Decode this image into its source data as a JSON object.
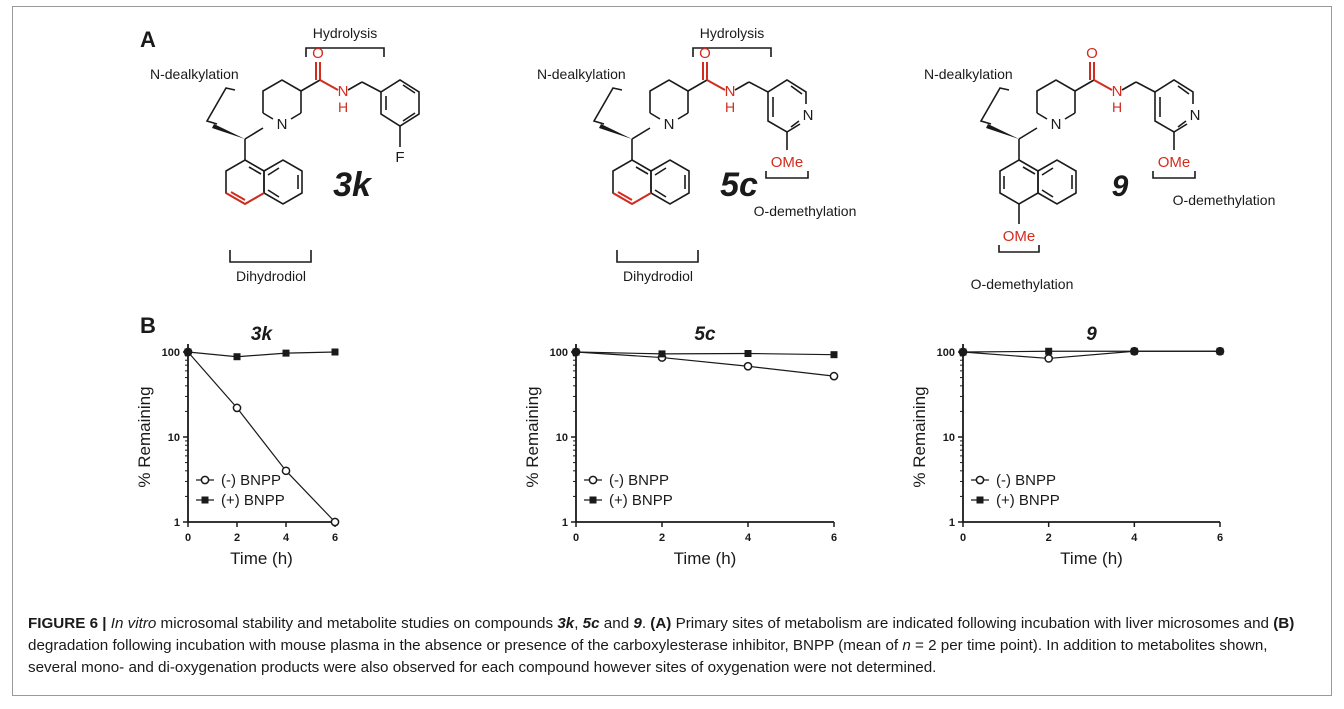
{
  "panels": {
    "a_label": "A",
    "b_label": "B"
  },
  "structures": [
    {
      "id": "3k",
      "name": "3k",
      "labels": {
        "n_dealkylation": "N-dealkylation",
        "hydrolysis": "Hydrolysis",
        "dihydrodiol": "Dihydrodiol",
        "o": "O",
        "h": "H",
        "n_amide": "N",
        "n_pip": "N",
        "substituent": "F"
      }
    },
    {
      "id": "5c",
      "name": "5c",
      "labels": {
        "n_dealkylation": "N-dealkylation",
        "hydrolysis": "Hydrolysis",
        "dihydrodiol": "Dihydrodiol",
        "o": "O",
        "h": "H",
        "n_amide": "N",
        "n_pip": "N",
        "n_pyr": "N",
        "ome": "OMe",
        "o_demethylation": "O-demethylation"
      }
    },
    {
      "id": "9",
      "name": "9",
      "labels": {
        "n_dealkylation": "N-dealkylation",
        "o": "O",
        "h": "H",
        "n_amide": "N",
        "n_pip": "N",
        "n_pyr": "N",
        "ome": "OMe",
        "o_demethylation": "O-demethylation",
        "ome_naph": "OMe",
        "o_demethylation_naph": "O-demethylation"
      }
    }
  ],
  "chart_data": [
    {
      "type": "line",
      "title": "3k",
      "xlabel": "Time (h)",
      "ylabel": "% Remaining",
      "xlim": [
        0,
        6
      ],
      "ylim": [
        1,
        100
      ],
      "yscale": "log",
      "xticks": [
        "0",
        "2",
        "4",
        "6"
      ],
      "yticks": [
        "1",
        "10",
        "100"
      ],
      "legend_position": "bottom-left",
      "series": [
        {
          "name": "(-) BNPP",
          "marker": "open-circle",
          "x": [
            0,
            2,
            4,
            6
          ],
          "y": [
            100,
            22,
            4,
            1
          ]
        },
        {
          "name": "(+) BNPP",
          "marker": "filled-square",
          "x": [
            0,
            2,
            4,
            6
          ],
          "y": [
            100,
            88,
            97,
            100
          ]
        }
      ]
    },
    {
      "type": "line",
      "title": "5c",
      "xlabel": "Time (h)",
      "ylabel": "% Remaining",
      "xlim": [
        0,
        6
      ],
      "ylim": [
        1,
        100
      ],
      "yscale": "log",
      "xticks": [
        "0",
        "2",
        "4",
        "6"
      ],
      "yticks": [
        "1",
        "10",
        "100"
      ],
      "legend_position": "bottom-left",
      "series": [
        {
          "name": "(-) BNPP",
          "marker": "open-circle",
          "x": [
            0,
            2,
            4,
            6
          ],
          "y": [
            100,
            86,
            68,
            52
          ]
        },
        {
          "name": "(+) BNPP",
          "marker": "filled-square",
          "x": [
            0,
            2,
            4,
            6
          ],
          "y": [
            100,
            95,
            96,
            93
          ]
        }
      ]
    },
    {
      "type": "line",
      "title": "9",
      "xlabel": "Time (h)",
      "ylabel": "% Remaining",
      "xlim": [
        0,
        6
      ],
      "ylim": [
        1,
        100
      ],
      "yscale": "log",
      "xticks": [
        "0",
        "2",
        "4",
        "6"
      ],
      "yticks": [
        "1",
        "10",
        "100"
      ],
      "legend_position": "bottom-left",
      "series": [
        {
          "name": "(-) BNPP",
          "marker": "open-circle",
          "x": [
            0,
            2,
            4,
            6
          ],
          "y": [
            100,
            84,
            103,
            105
          ]
        },
        {
          "name": "(+) BNPP",
          "marker": "filled-square",
          "x": [
            0,
            2,
            4,
            6
          ],
          "y": [
            100,
            110,
            103,
            105
          ]
        }
      ]
    }
  ],
  "caption": {
    "label": "FIGURE 6 |",
    "in_vitro": "In vitro",
    "text1": " microsomal stability and metabolite studies on compounds ",
    "c1": "3k",
    "sep1": ", ",
    "c2": "5c",
    "sep2": " and ",
    "c3": "9",
    "text2": ". ",
    "a": "(A)",
    "text3": " Primary sites of metabolism are indicated following incubation with liver microsomes and ",
    "b": "(B)",
    "text4": " degradation following incubation with mouse plasma in the absence or presence of the carboxylesterase inhibitor, BNPP (mean of ",
    "n": "n",
    "text5": " = 2 per time point). In addition to metabolites shown, several mono- and di-oxygenation products were also observed for each compound however sites of oxygenation were not determined."
  },
  "colors": {
    "bond": "#1a1a1a",
    "highlight": "#d12d1f",
    "frame": "#9a9a9a"
  }
}
